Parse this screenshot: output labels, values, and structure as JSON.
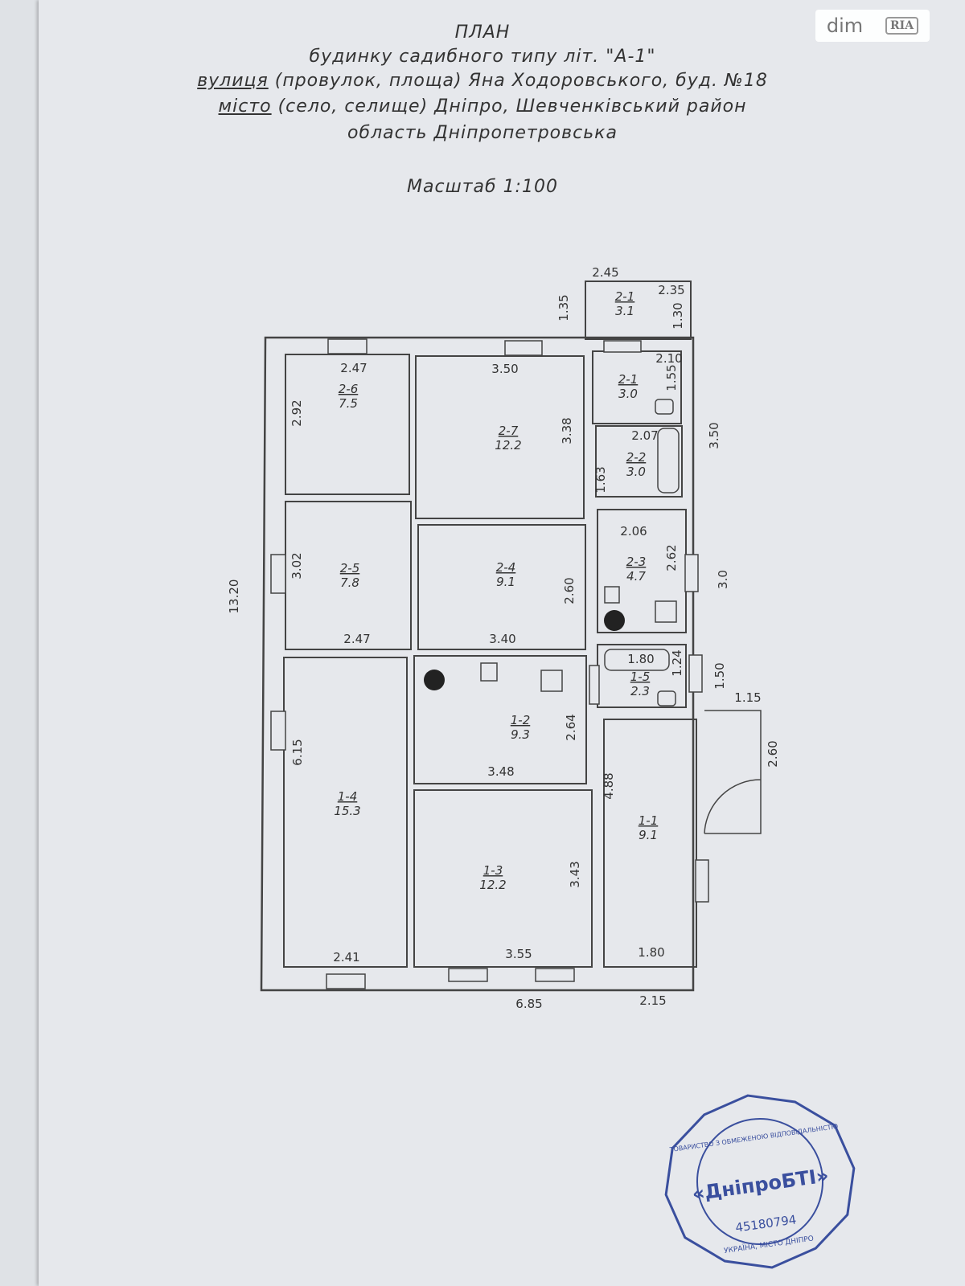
{
  "header": {
    "title": "ПЛАН",
    "line1": "будинку садибного типу літ. \"А-1\"",
    "line2_label": "вулиця",
    "line2_rest": " (провулок, площа) Яна Ходоровського, буд. №18",
    "line3_label": "місто",
    "line3_rest": " (село, селище) Дніпро, Шевченківський район",
    "line4": "область Дніпропетровська",
    "scale": "Масштаб 1:100"
  },
  "watermark": {
    "brand": "dim",
    "ria": "RIA"
  },
  "rooms": [
    {
      "id": "2-6",
      "area": "7.5"
    },
    {
      "id": "2-7",
      "area": "12.2"
    },
    {
      "id": "2-1",
      "area": "3.1"
    },
    {
      "id": "2-1",
      "area": "3.0"
    },
    {
      "id": "2-2",
      "area": "3.0"
    },
    {
      "id": "2-5",
      "area": "7.8"
    },
    {
      "id": "2-4",
      "area": "9.1"
    },
    {
      "id": "2-3",
      "area": "4.7"
    },
    {
      "id": "1-5",
      "area": "2.3"
    },
    {
      "id": "1-2",
      "area": "9.3"
    },
    {
      "id": "1-4",
      "area": "15.3"
    },
    {
      "id": "1-3",
      "area": "12.2"
    },
    {
      "id": "1-1",
      "area": "9.1"
    }
  ],
  "dimensions": [
    "2.45",
    "2.35",
    "1.35",
    "1.30",
    "2.47",
    "3.50",
    "2.10",
    "1.55",
    "2.92",
    "3.38",
    "2.07",
    "3.50",
    "1.63",
    "2.06",
    "3.02",
    "2.62",
    "2.60",
    "3.0",
    "13.20",
    "2.47",
    "3.40",
    "1.80",
    "1.24",
    "1.50",
    "1.15",
    "2.64",
    "3.48",
    "6.15",
    "4.88",
    "2.60",
    "3.43",
    "2.41",
    "3.55",
    "1.80",
    "6.85",
    "2.15"
  ],
  "stamp": {
    "name": "«ДніпроБТІ»",
    "code": "45180794",
    "ring_top": "ТОВАРИСТВО З ОБМЕЖЕНОЮ ВІДПОВІДАЛЬНІСТЮ",
    "ring_bottom": "УКРАЇНА, МІСТО ДНІПРО",
    "color": "#3a4f9e"
  }
}
